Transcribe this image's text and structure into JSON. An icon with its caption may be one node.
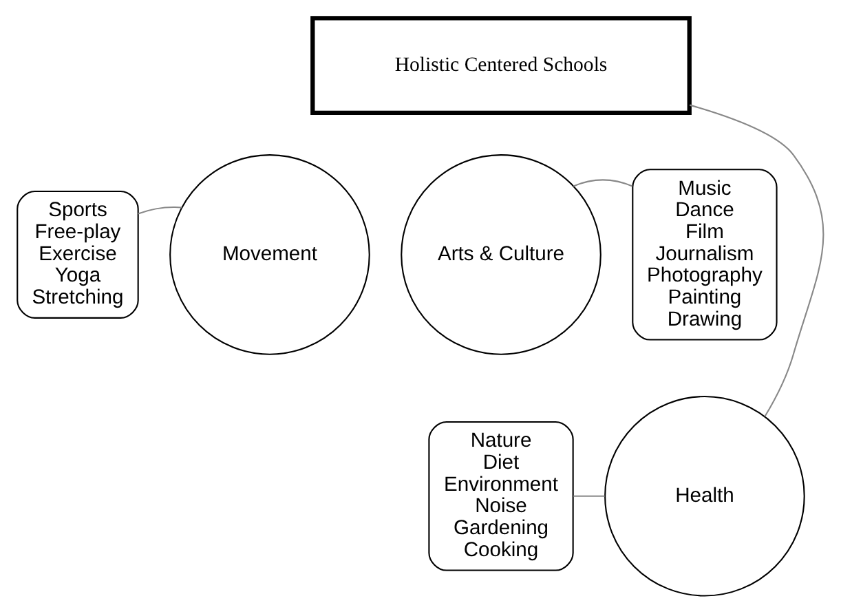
{
  "diagram": {
    "nodes": [
      {
        "text": [
          "Holistic Centered Schools"
        ]
      },
      {
        "text": [
          "Movement"
        ]
      },
      {
        "text": [
          "Arts & Culture"
        ]
      },
      {
        "text": [
          "Health"
        ]
      },
      {
        "text": [
          "Sports",
          "Free-play",
          "Exercise",
          "Yoga",
          "Stretching"
        ]
      },
      {
        "text": [
          "Music",
          "Dance",
          "Film",
          "Journalism",
          "Photography",
          "Painting",
          "Drawing"
        ]
      },
      {
        "text": [
          "Nature",
          "Diet",
          "Environment",
          "Noise",
          "Gardening",
          "Cooking"
        ]
      }
    ],
    "edges": [
      {
        "from": 0,
        "to": 3,
        "arrow": "none"
      },
      {
        "from": 4,
        "to": 1,
        "arrow": "none"
      },
      {
        "from": 5,
        "to": 2,
        "arrow": "none"
      },
      {
        "from": 6,
        "to": 3,
        "arrow": "none"
      }
    ]
  }
}
